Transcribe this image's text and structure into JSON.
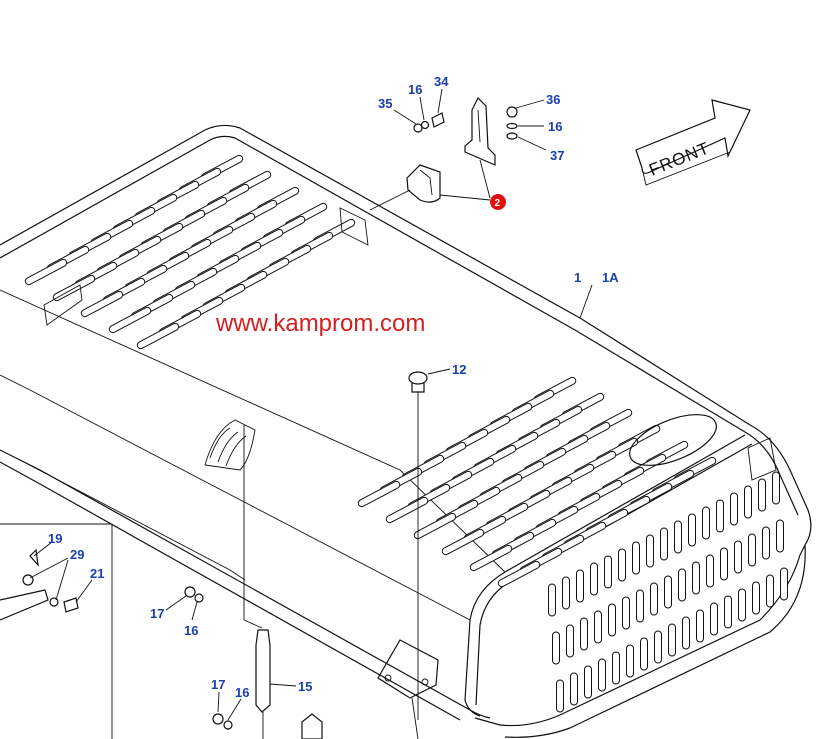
{
  "watermark": "www.kamprom.com",
  "front_label": "FRONT",
  "callouts": {
    "c35": "35",
    "c16a": "16",
    "c34": "34",
    "c36": "36",
    "c16b": "16",
    "c37": "37",
    "c2": "2",
    "c1": "1",
    "c1a": "1A",
    "c12": "12",
    "c19": "19",
    "c29": "29",
    "c21": "21",
    "c17a": "17",
    "c16c": "16",
    "c15": "15",
    "c17b": "17",
    "c16d": "16"
  },
  "colors": {
    "callout": "#1a3fb0",
    "watermark": "#d42020",
    "badge": "#e01010",
    "line": "#111111"
  }
}
